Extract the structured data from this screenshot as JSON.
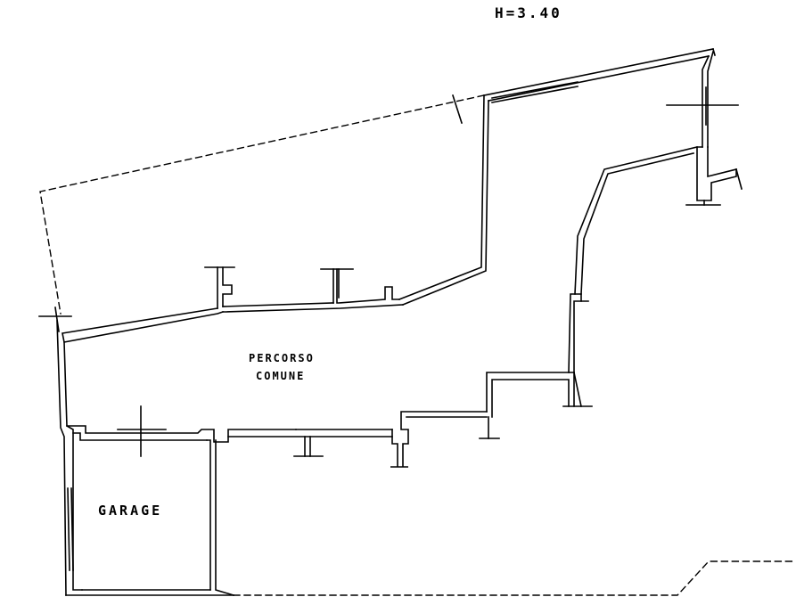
{
  "drawing": {
    "height_label": "H=3.40",
    "room_label_line1": "PERCORSO",
    "room_label_line2": "COMUNE",
    "garage_label": "GARAGE"
  },
  "colors": {
    "ink": "#000000",
    "paper": "#ffffff"
  }
}
